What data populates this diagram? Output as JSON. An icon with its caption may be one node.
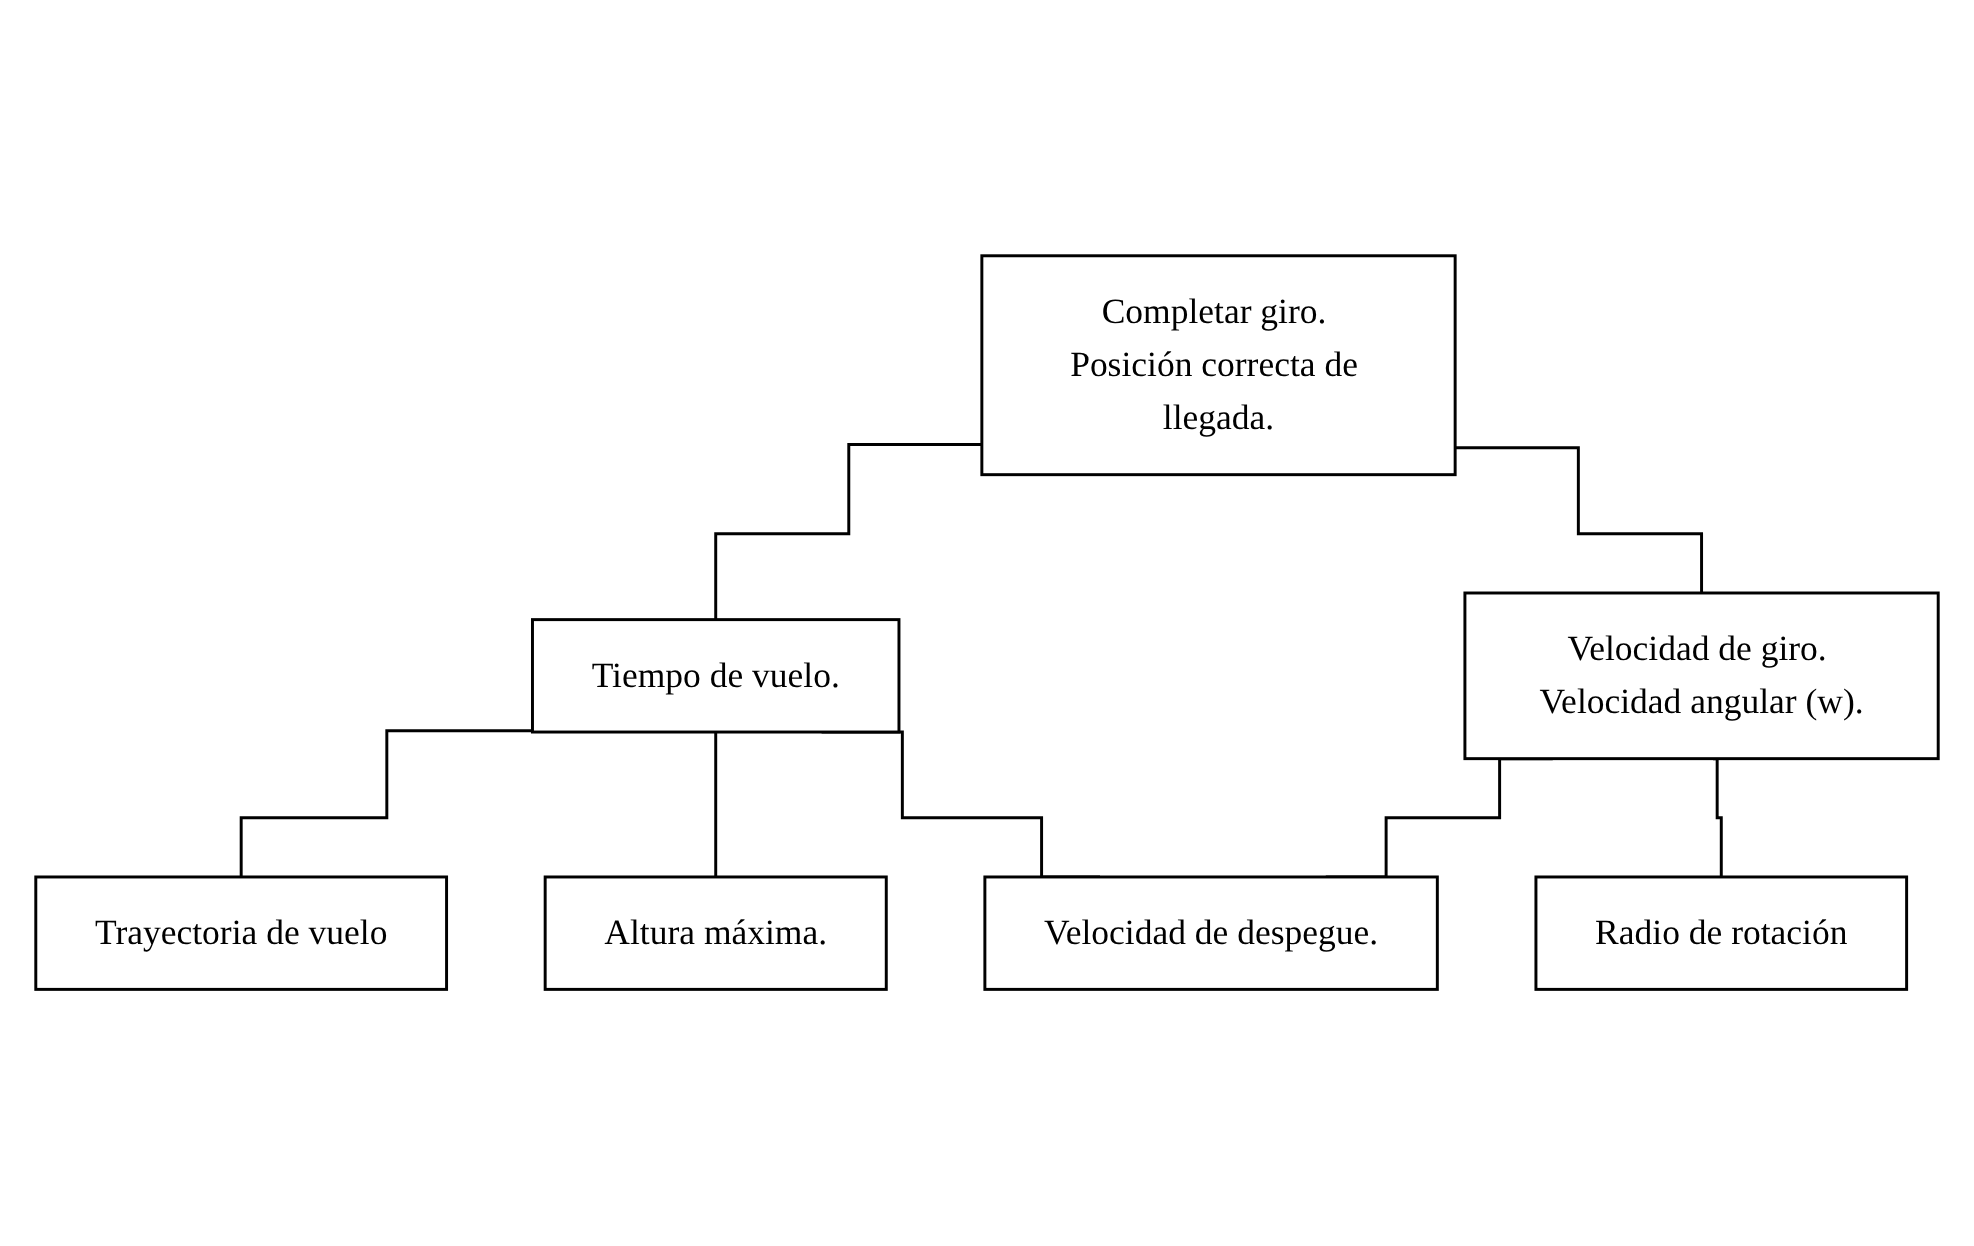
{
  "diagram": {
    "nodes": [
      {
        "text": [
          "Completar giro. Posición correcta de llegada."
        ]
      },
      {
        "text": [
          "Tiempo de vuelo."
        ]
      },
      {
        "text": [
          "Velocidad de giro. Velocidad angular (w)."
        ]
      },
      {
        "text": [
          "Velocidad de despegue."
        ]
      },
      {
        "text": [
          "Radio de rotación"
        ]
      },
      {
        "text": [
          "Trayectoria de vuelo"
        ]
      },
      {
        "text": [
          "Altura máxima."
        ]
      }
    ],
    "edges": [
      {
        "from": 0,
        "to": 1,
        "arrow": "none"
      },
      {
        "from": 0,
        "to": 2,
        "arrow": "none"
      },
      {
        "from": 1,
        "to": 5,
        "arrow": "none"
      },
      {
        "from": 1,
        "to": 6,
        "arrow": "none"
      },
      {
        "from": 1,
        "to": 3,
        "arrow": "none"
      },
      {
        "from": 2,
        "to": 3,
        "arrow": "none"
      },
      {
        "from": 2,
        "to": 4,
        "arrow": "none"
      }
    ]
  }
}
